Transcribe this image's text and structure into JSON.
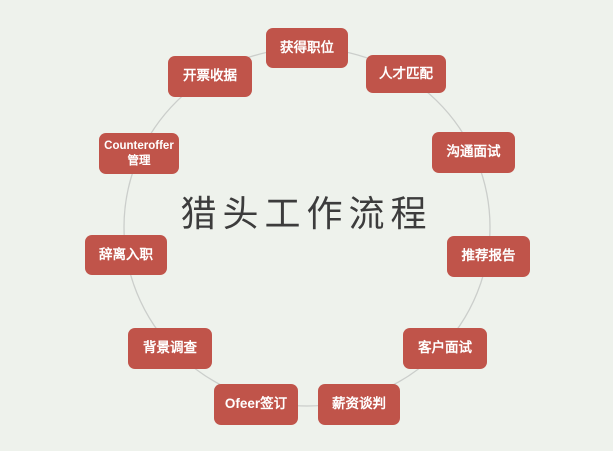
{
  "canvas": {
    "background_color": "#eef2ec",
    "circle_color": "#cbcecb"
  },
  "title": {
    "text": "猎头工作流程",
    "color": "#3c3c3c"
  },
  "node_style": {
    "fill_color": "#c0544a",
    "text_color": "#ffffff"
  },
  "nodes": [
    {
      "label": "获得职位"
    },
    {
      "label": "人才匹配"
    },
    {
      "label": "沟通面试"
    },
    {
      "label": "推荐报告"
    },
    {
      "label": "客户面试"
    },
    {
      "label": "薪资谈判"
    },
    {
      "label": "Ofeer签订"
    },
    {
      "label": "背景调查"
    },
    {
      "label": "辞离入职"
    },
    {
      "label": "Counteroffer管理"
    },
    {
      "label": "开票收据"
    }
  ]
}
